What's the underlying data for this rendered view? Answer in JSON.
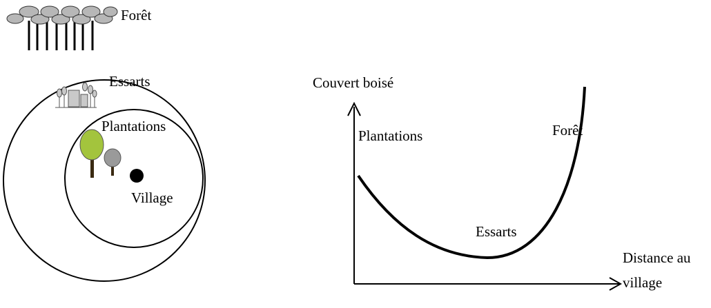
{
  "left_diagram": {
    "forest_label": "Forêt",
    "essarts_label": "Essarts",
    "plantations_label": "Plantations",
    "village_label": "Village",
    "plantation_tree_color": "#a3c43d",
    "small_tree_color": "#9a9a9a",
    "forest_canopy_color": "#b7b7b7"
  },
  "right_graph": {
    "y_axis_label": "Couvert boisé",
    "x_axis_label_line1": "Distance au",
    "x_axis_label_line2": "village",
    "curve_labels": {
      "plantations": "Plantations",
      "essarts": "Essarts",
      "foret": "Forêt"
    }
  }
}
